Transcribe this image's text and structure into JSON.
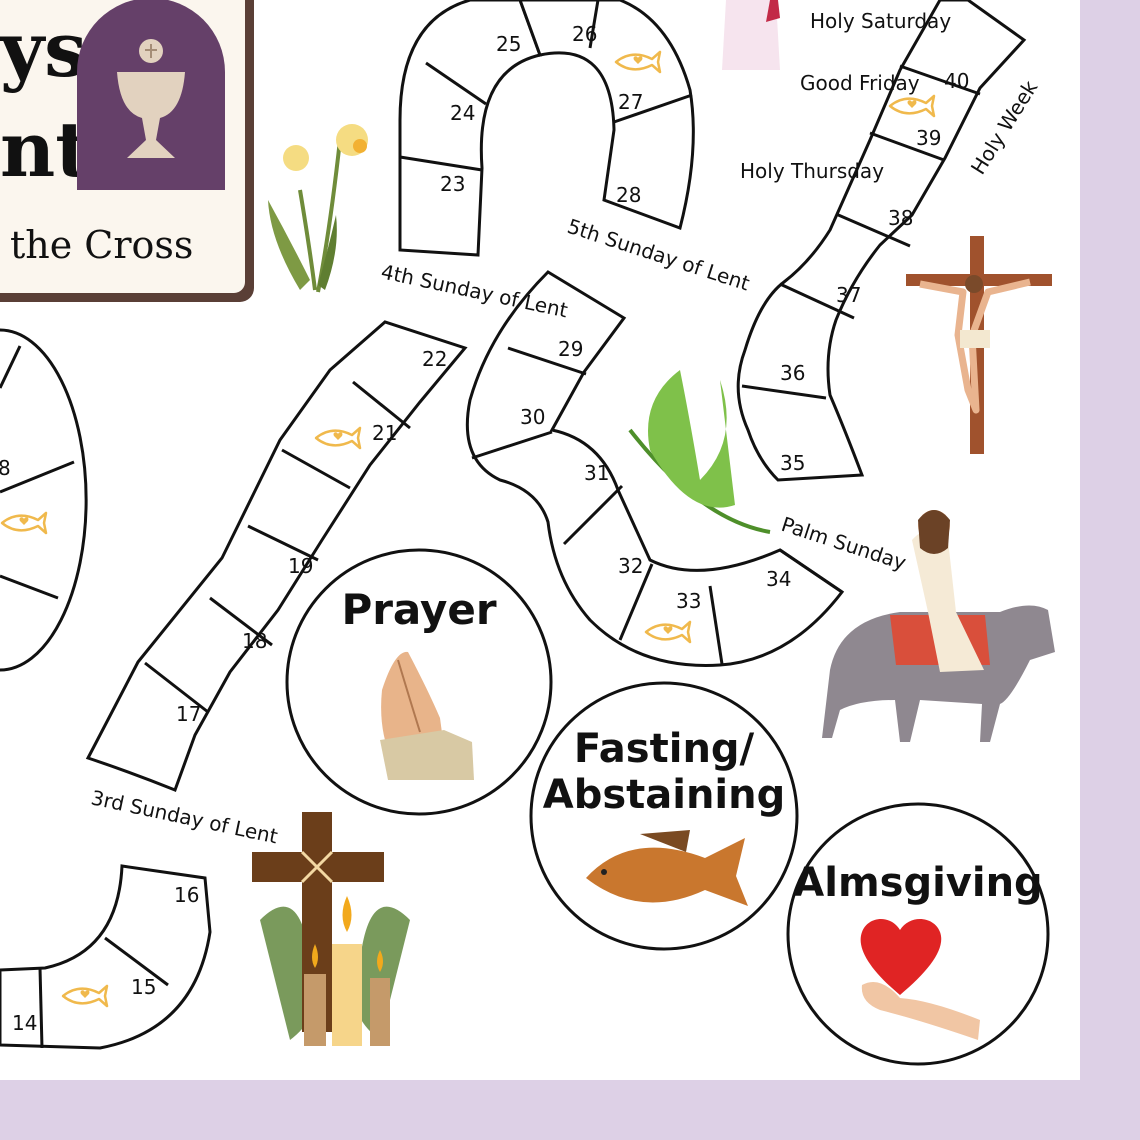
{
  "header": {
    "title_line1": "ys",
    "title_line2": "nt",
    "subtitle": "the Cross",
    "panel_color": "#fbf6ee",
    "panel_border": "#5a3f36",
    "badge_color": "#654069",
    "chalice_icon": "chalice-icon"
  },
  "colors": {
    "background": "#ddd0e6",
    "board": "#ffffff",
    "path_stroke": "#111111",
    "fish": "#f0b94c"
  },
  "labels": {
    "holy_saturday": "Holy Saturday",
    "good_friday": "Good Friday",
    "holy_thursday": "Holy Thursday",
    "holy_week": "Holy Week",
    "sunday_5": "5th Sunday of Lent",
    "sunday_4": "4th Sunday of Lent",
    "sunday_3": "3rd Sunday of Lent",
    "palm_sunday": "Palm Sunday"
  },
  "pillars": {
    "prayer": "Prayer",
    "fasting_line1": "Fasting/",
    "fasting_line2": "Abstaining",
    "almsgiving": "Almsgiving"
  },
  "spaces": [
    "8",
    "14",
    "15",
    "16",
    "17",
    "18",
    "19",
    "21",
    "22",
    "23",
    "24",
    "25",
    "26",
    "27",
    "28",
    "29",
    "30",
    "31",
    "32",
    "33",
    "34",
    "35",
    "36",
    "37",
    "38",
    "39",
    "40"
  ],
  "fish_spaces": [
    "15",
    "21",
    "26",
    "33",
    "39"
  ],
  "illustrations": [
    "daffodil-icon",
    "crucifix-icon",
    "palm-branch-icon",
    "jesus-on-donkey-icon",
    "praying-hands-icon",
    "fish-icon",
    "heart-in-hand-icon",
    "cross-candles-icon",
    "angel-figure-icon"
  ]
}
